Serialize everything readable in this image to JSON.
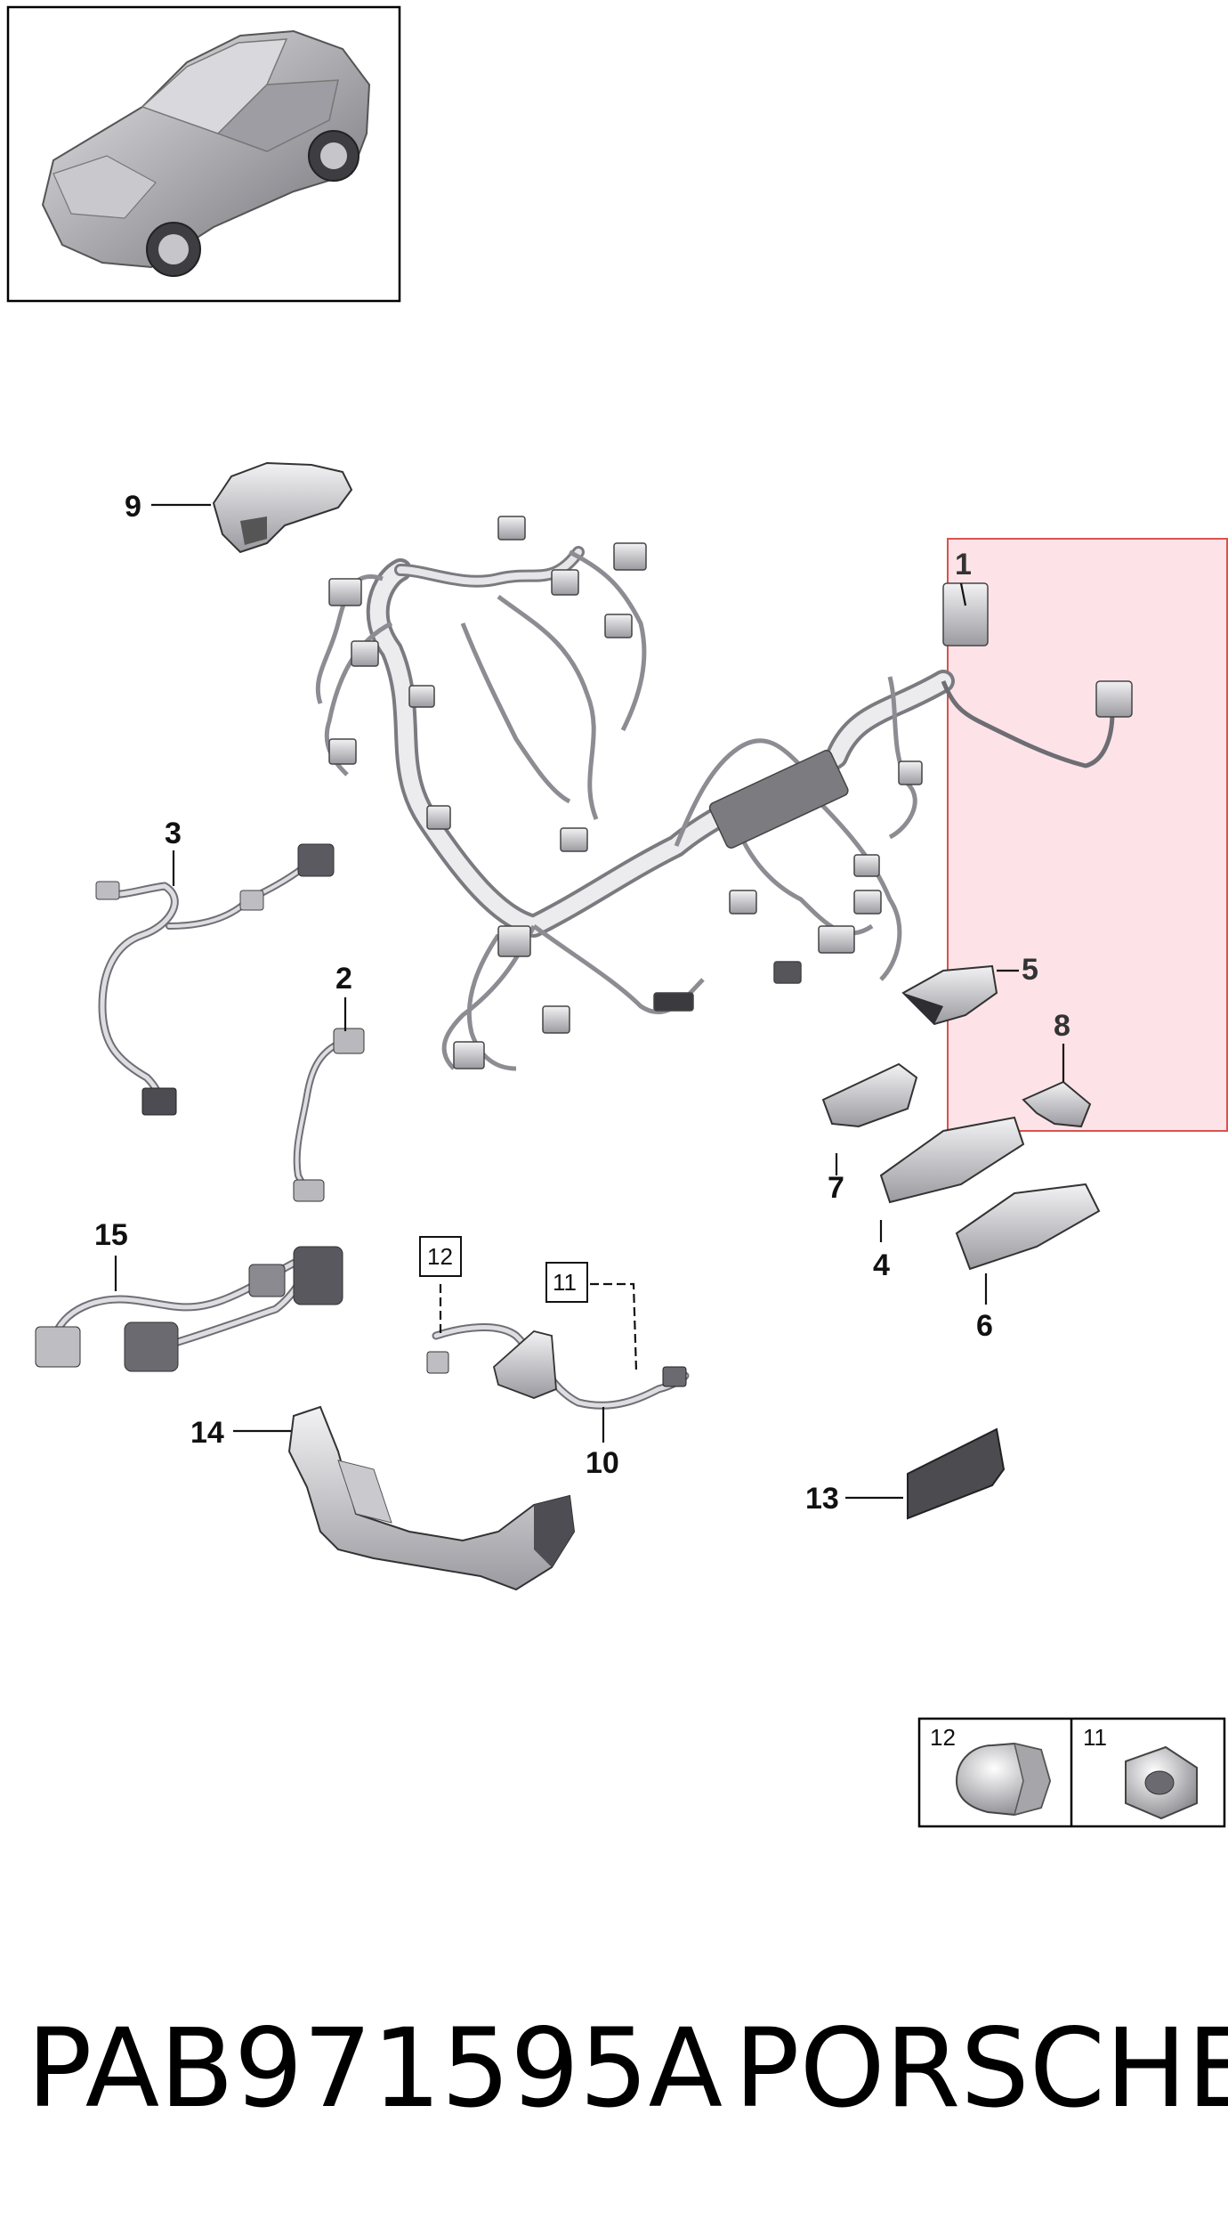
{
  "diagram": {
    "part_numbers": [
      "1",
      "2",
      "3",
      "4",
      "5",
      "6",
      "7",
      "8",
      "9",
      "10",
      "11",
      "12",
      "13",
      "14",
      "15"
    ],
    "hardware_refs": [
      "12",
      "11"
    ],
    "legend_box": {
      "item_a": "12",
      "item_b": "11"
    }
  },
  "footer": {
    "part_code": "PAB971595A",
    "brand": "PORSCHE"
  },
  "colors": {
    "highlight_fill": "#fde3e8",
    "highlight_border": "#d9534f",
    "part_gray": "#b9b9bd",
    "part_dark": "#5d5d62"
  },
  "icons": {
    "thumbnail": "suv-vehicle-icon",
    "nut_12": "acorn-nut-icon",
    "nut_11": "flange-nut-icon"
  }
}
